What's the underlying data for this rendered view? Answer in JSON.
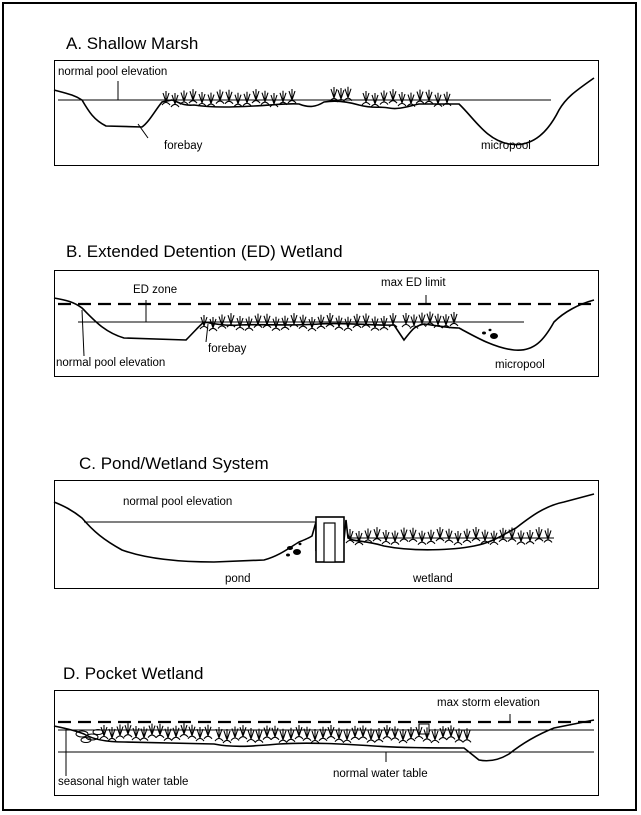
{
  "panels": {
    "a": {
      "title": "A.  Shallow Marsh",
      "labels": {
        "normal_pool": "normal pool elevation",
        "forebay": "forebay",
        "micropool": "micropool"
      }
    },
    "b": {
      "title": "B.  Extended Detention (ED) Wetland",
      "labels": {
        "ed_zone": "ED zone",
        "max_ed": "max ED limit",
        "normal_pool": "normal pool elevation",
        "forebay": "forebay",
        "micropool": "micropool"
      }
    },
    "c": {
      "title": "C.  Pond/Wetland System",
      "labels": {
        "normal_pool": "normal pool elevation",
        "pond": "pond",
        "wetland": "wetland"
      }
    },
    "d": {
      "title": "D.  Pocket Wetland",
      "labels": {
        "max_storm": "max storm elevation",
        "seasonal_high": "seasonal high water table",
        "normal_table": "normal water table"
      }
    }
  }
}
